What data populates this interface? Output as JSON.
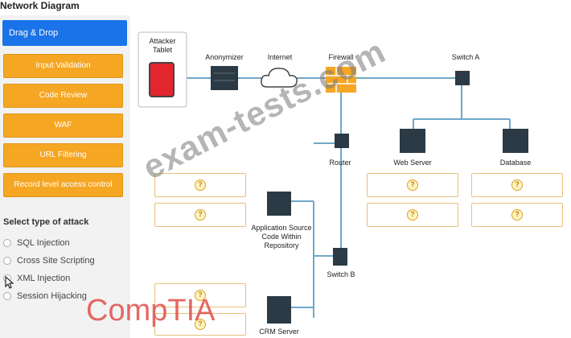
{
  "page_title": "Network Diagram",
  "sidebar": {
    "drag_drop": "Drag & Drop",
    "options": [
      "Input Validation",
      "Code Review",
      "WAF",
      "URL Filtering",
      "Record level access control"
    ],
    "attack_title": "Select type of attack",
    "attacks": [
      "SQL Injection",
      "Cross Site Scripting",
      "XML Injection",
      "Session Hijacking"
    ]
  },
  "diagram": {
    "attacker": "Attacker Tablet",
    "anonymizer": "Anonymizer",
    "internet": "Internet",
    "firewall": "Firewall",
    "switch_a": "Switch A",
    "router": "Router",
    "web_server": "Web Server",
    "database": "Database",
    "app_repo": "Application Source Code Within Repository",
    "switch_b": "Switch B",
    "crm_server": "CRM Server",
    "drop_symbol": "?"
  },
  "watermark": "exam-tests.com",
  "logo": "CompTIA",
  "colors": {
    "accent": "#1a73e8",
    "option": "#f5a623",
    "wire": "#6fa8c9",
    "device": "#2b3a45",
    "logo": "#e0504a"
  }
}
